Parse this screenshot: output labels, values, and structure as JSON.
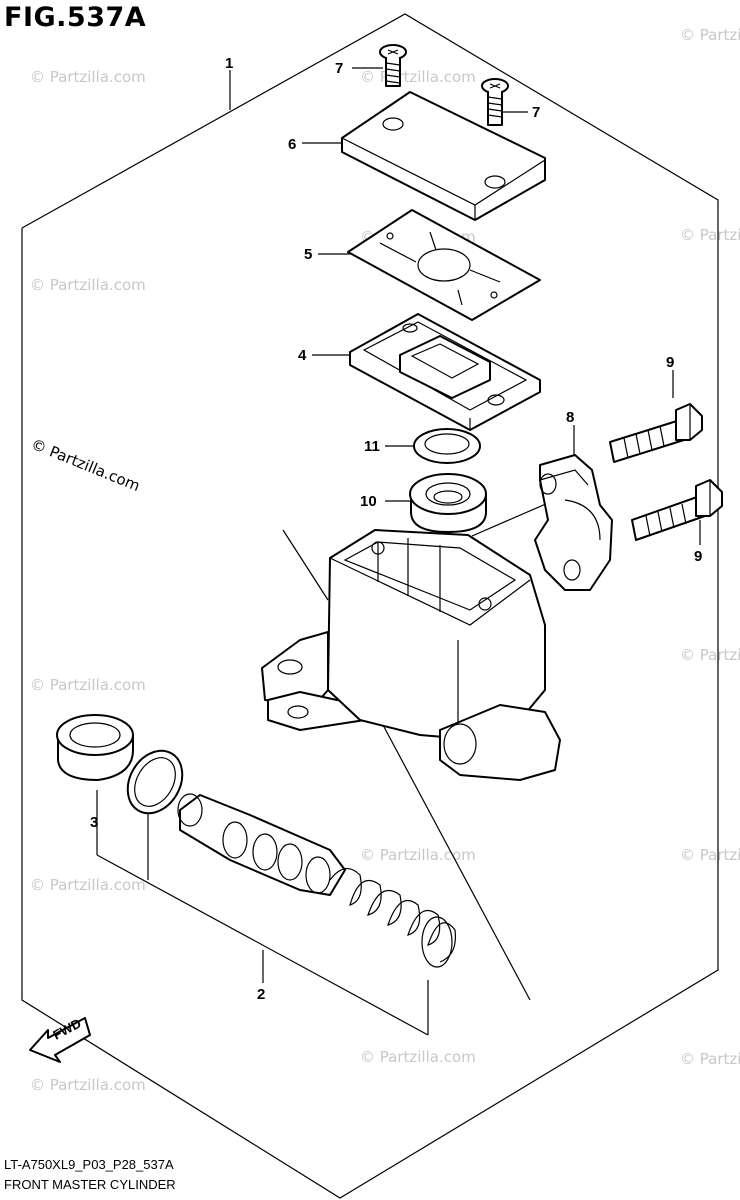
{
  "figure": {
    "title": "FIG.537A",
    "code": "LT-A750XL9_P03_P28_537A",
    "name": "FRONT MASTER CYLINDER"
  },
  "watermark": {
    "main": "© Partzilla.com",
    "faint": "© Partzilla.com"
  },
  "fwd_label": "FWD",
  "callouts": {
    "c1": "1",
    "c2": "2",
    "c3": "3",
    "c4": "4",
    "c5": "5",
    "c6": "6",
    "c7a": "7",
    "c7b": "7",
    "c8": "8",
    "c9a": "9",
    "c9b": "9",
    "c10": "10",
    "c11": "11"
  }
}
